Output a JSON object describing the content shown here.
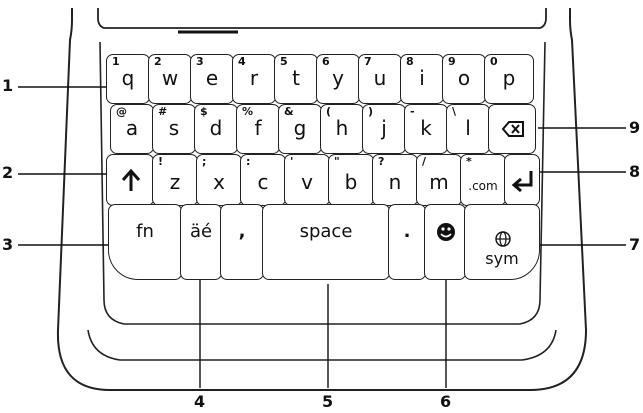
{
  "keyboard": {
    "row1": [
      {
        "sec": "1",
        "pri": "q"
      },
      {
        "sec": "2",
        "pri": "w"
      },
      {
        "sec": "3",
        "pri": "e"
      },
      {
        "sec": "4",
        "pri": "r"
      },
      {
        "sec": "5",
        "pri": "t"
      },
      {
        "sec": "6",
        "pri": "y"
      },
      {
        "sec": "7",
        "pri": "u"
      },
      {
        "sec": "8",
        "pri": "i"
      },
      {
        "sec": "9",
        "pri": "o"
      },
      {
        "sec": "0",
        "pri": "p"
      }
    ],
    "row2": [
      {
        "sec": "@",
        "pri": "a"
      },
      {
        "sec": "#",
        "pri": "s"
      },
      {
        "sec": "$",
        "pri": "d"
      },
      {
        "sec": "%",
        "pri": "f"
      },
      {
        "sec": "&",
        "pri": "g"
      },
      {
        "sec": "(",
        "pri": "h"
      },
      {
        "sec": ")",
        "pri": "j"
      },
      {
        "sec": "-",
        "pri": "k"
      },
      {
        "sec": "\\",
        "pri": "l"
      }
    ],
    "row3": [
      {
        "sec": "!",
        "pri": "z"
      },
      {
        "sec": ";",
        "pri": "x"
      },
      {
        "sec": ":",
        "pri": "c"
      },
      {
        "sec": "'",
        "pri": "v"
      },
      {
        "sec": "\"",
        "pri": "b"
      },
      {
        "sec": "?",
        "pri": "n"
      },
      {
        "sec": "/",
        "pri": "m"
      },
      {
        "sec": "*",
        "pri": ".com"
      }
    ],
    "fn_label": "fn",
    "accent_label": "äé",
    "comma_label": ",",
    "space_label": "space",
    "period_label": ".",
    "sym_label": "sym"
  },
  "callouts": [
    "1",
    "2",
    "3",
    "4",
    "5",
    "6",
    "7",
    "8",
    "9"
  ]
}
